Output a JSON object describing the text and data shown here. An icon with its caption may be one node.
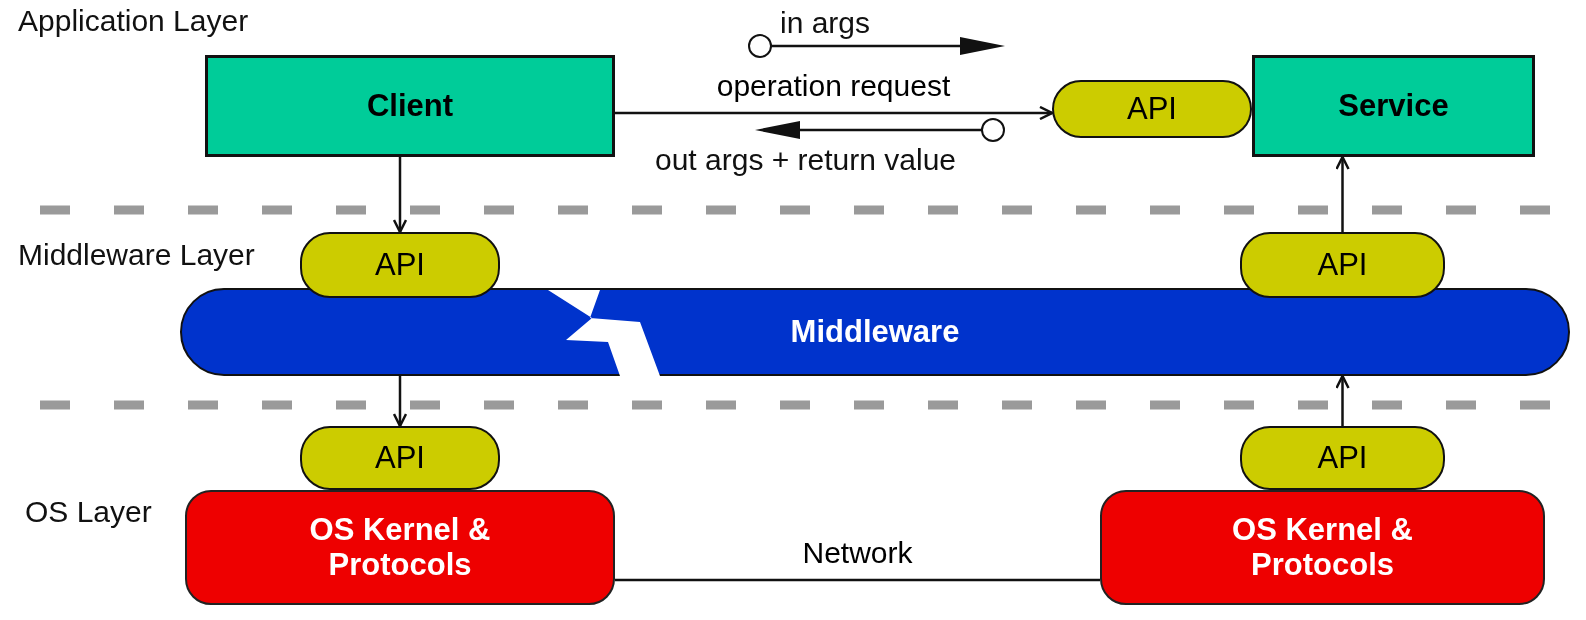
{
  "diagram": {
    "nodes": [
      {
        "text": [
          "Client"
        ]
      },
      {
        "text": [
          "API"
        ]
      },
      {
        "text": [
          "Service"
        ]
      },
      {
        "text": [
          "API"
        ]
      },
      {
        "text": [
          "API"
        ]
      },
      {
        "text": [
          "Middleware"
        ]
      },
      {
        "text": [
          "API"
        ]
      },
      {
        "text": [
          "OS Kernel & Protocols"
        ]
      },
      {
        "text": [
          "API"
        ]
      },
      {
        "text": [
          "OS Kernel & Protocols"
        ]
      }
    ],
    "edges": [
      {
        "from": 0,
        "to": 1,
        "arrow": "to",
        "label": "operation request"
      },
      {
        "from": 0,
        "to": 3,
        "arrow": "to"
      },
      {
        "from": 4,
        "to": 2,
        "arrow": "to"
      },
      {
        "from": 5,
        "to": 6,
        "arrow": "to"
      },
      {
        "from": 8,
        "to": 5,
        "arrow": "to"
      },
      {
        "from": 7,
        "to": 9,
        "arrow": "none",
        "label": "Network"
      }
    ],
    "labels": [
      "Application Layer",
      "in args",
      "out args + return value",
      "Middleware Layer",
      "OS Layer"
    ]
  }
}
